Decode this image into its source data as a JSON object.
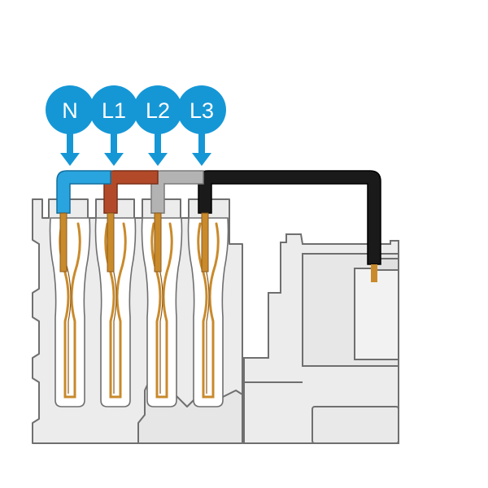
{
  "colors": {
    "callout": "#1597d6",
    "neutral": "#2aa4de",
    "l1": "#b24a2a",
    "l2": "#b3b3b3",
    "l3": "#1a1a1a",
    "copper": "#c98a2b",
    "housing": "#ececec",
    "outline": "#6f6f6f"
  },
  "terminals": [
    {
      "id": "n",
      "label": "N",
      "color_key": "neutral"
    },
    {
      "id": "l1",
      "label": "L1",
      "color_key": "l1"
    },
    {
      "id": "l2",
      "label": "L2",
      "color_key": "l2"
    },
    {
      "id": "l3",
      "label": "L3",
      "color_key": "l3"
    }
  ]
}
